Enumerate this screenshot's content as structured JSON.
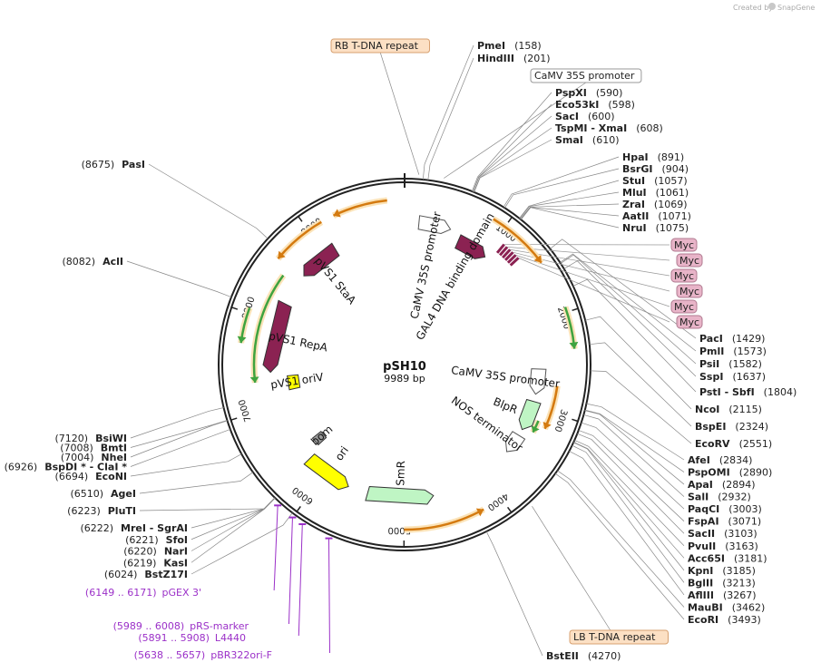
{
  "credit": {
    "prefix": "Created by",
    "brand": "SnapGene"
  },
  "plasmid": {
    "name": "pSH10",
    "size_label": "9989 bp",
    "length": 9989
  },
  "ticks": [
    {
      "bp": 1000,
      "label": "1000"
    },
    {
      "bp": 2000,
      "label": "2000"
    },
    {
      "bp": 3000,
      "label": "3000"
    },
    {
      "bp": 4000,
      "label": "4000"
    },
    {
      "bp": 5000,
      "label": "5000"
    },
    {
      "bp": 6000,
      "label": "6000"
    },
    {
      "bp": 7000,
      "label": "7000"
    },
    {
      "bp": 8000,
      "label": "8000"
    },
    {
      "bp": 9000,
      "label": "9000"
    }
  ],
  "features": [
    {
      "name": "GAL4 DNA binding domain",
      "color": "#8b2252",
      "dir": 1,
      "start": 650,
      "end": 1020
    },
    {
      "name": "CaMV 35S promoter",
      "color": "#ffffff",
      "dir": 1,
      "start": 160,
      "end": 520
    },
    {
      "name": "CaMV 35S promoter",
      "color": "#ffffff",
      "dir": 1,
      "start": 2550,
      "end": 2850
    },
    {
      "name": "BlpR",
      "color": "#bff5c4",
      "dir": 1,
      "start": 2940,
      "end": 3300
    },
    {
      "name": "NOS terminator",
      "color": "#ffffff",
      "dir": 1,
      "start": 3380,
      "end": 3620
    },
    {
      "name": "SmR",
      "color": "#bff5c4",
      "dir": -1,
      "start": 4650,
      "end": 5440
    },
    {
      "name": "ori",
      "color": "#ffff00",
      "dir": -1,
      "start": 5680,
      "end": 6250
    },
    {
      "name": "bom",
      "color": "#999999",
      "dir": 0,
      "start": 6300,
      "end": 6420
    },
    {
      "name": "pVS1 oriV",
      "color": "#ffff00",
      "dir": 0,
      "start": 7150,
      "end": 7340
    },
    {
      "name": "pVS1 RepA",
      "color": "#8b2252",
      "dir": -1,
      "start": 7400,
      "end": 8240
    },
    {
      "name": "pVS1 StaA",
      "color": "#8b2252",
      "dir": -1,
      "start": 8640,
      "end": 9130
    }
  ],
  "orf_arrows": [
    {
      "dir": 1,
      "start": 870,
      "end": 1480
    },
    {
      "dir": 1,
      "start": 1950,
      "end": 2350
    },
    {
      "dir": 1,
      "start": 2720,
      "end": 3180
    },
    {
      "dir": 1,
      "start": 3130,
      "end": 3270
    },
    {
      "dir": -1,
      "start": 4200,
      "end": 5000
    },
    {
      "dir": -1,
      "start": 7300,
      "end": 8500
    },
    {
      "dir": -1,
      "start": 8600,
      "end": 9150
    },
    {
      "dir": -1,
      "start": 7700,
      "end": 8050
    },
    {
      "dir": -1,
      "start": 9280,
      "end": 9820
    }
  ],
  "enzymes": [
    {
      "name": "PmeI",
      "pos": "(158)",
      "bp": 158,
      "side": "right"
    },
    {
      "name": "HindIII",
      "pos": "(201)",
      "bp": 201,
      "side": "right"
    },
    {
      "name": "PspXI",
      "pos": "(590)",
      "bp": 590,
      "side": "right"
    },
    {
      "name": "Eco53kI",
      "pos": "(598)",
      "bp": 598,
      "side": "right"
    },
    {
      "name": "SacI",
      "pos": "(600)",
      "bp": 600,
      "side": "right"
    },
    {
      "name": "TspMI - XmaI",
      "pos": "(608)",
      "bp": 608,
      "side": "right"
    },
    {
      "name": "SmaI",
      "pos": "(610)",
      "bp": 610,
      "side": "right"
    },
    {
      "name": "HpaI",
      "pos": "(891)",
      "bp": 891,
      "side": "right"
    },
    {
      "name": "BsrGI",
      "pos": "(904)",
      "bp": 904,
      "side": "right"
    },
    {
      "name": "StuI",
      "pos": "(1057)",
      "bp": 1057,
      "side": "right"
    },
    {
      "name": "MluI",
      "pos": "(1061)",
      "bp": 1061,
      "side": "right"
    },
    {
      "name": "ZraI",
      "pos": "(1069)",
      "bp": 1069,
      "side": "right"
    },
    {
      "name": "AatII",
      "pos": "(1071)",
      "bp": 1071,
      "side": "right"
    },
    {
      "name": "NruI",
      "pos": "(1075)",
      "bp": 1075,
      "side": "right"
    },
    {
      "name": "PacI",
      "pos": "(1429)",
      "bp": 1429,
      "side": "right"
    },
    {
      "name": "PmlI",
      "pos": "(1573)",
      "bp": 1573,
      "side": "right"
    },
    {
      "name": "PsiI",
      "pos": "(1582)",
      "bp": 1582,
      "side": "right"
    },
    {
      "name": "SspI",
      "pos": "(1637)",
      "bp": 1637,
      "side": "right"
    },
    {
      "name": "PstI - SbfI",
      "pos": "(1804)",
      "bp": 1804,
      "side": "right"
    },
    {
      "name": "NcoI",
      "pos": "(2115)",
      "bp": 2115,
      "side": "right"
    },
    {
      "name": "BspEI",
      "pos": "(2324)",
      "bp": 2324,
      "side": "right"
    },
    {
      "name": "EcoRV",
      "pos": "(2551)",
      "bp": 2551,
      "side": "right"
    },
    {
      "name": "AfeI",
      "pos": "(2834)",
      "bp": 2834,
      "side": "right"
    },
    {
      "name": "PspOMI",
      "pos": "(2890)",
      "bp": 2890,
      "side": "right"
    },
    {
      "name": "ApaI",
      "pos": "(2894)",
      "bp": 2894,
      "side": "right"
    },
    {
      "name": "SalI",
      "pos": "(2932)",
      "bp": 2932,
      "side": "right"
    },
    {
      "name": "PaqCI",
      "pos": "(3003)",
      "bp": 3003,
      "side": "right"
    },
    {
      "name": "FspAI",
      "pos": "(3071)",
      "bp": 3071,
      "side": "right"
    },
    {
      "name": "SacII",
      "pos": "(3103)",
      "bp": 3103,
      "side": "right"
    },
    {
      "name": "PvuII",
      "pos": "(3163)",
      "bp": 3163,
      "side": "right"
    },
    {
      "name": "Acc65I",
      "pos": "(3181)",
      "bp": 3181,
      "side": "right"
    },
    {
      "name": "KpnI",
      "pos": "(3185)",
      "bp": 3185,
      "side": "right"
    },
    {
      "name": "BglII",
      "pos": "(3213)",
      "bp": 3213,
      "side": "right"
    },
    {
      "name": "AflIII",
      "pos": "(3267)",
      "bp": 3267,
      "side": "right"
    },
    {
      "name": "MauBI",
      "pos": "(3462)",
      "bp": 3462,
      "side": "right"
    },
    {
      "name": "EcoRI",
      "pos": "(3493)",
      "bp": 3493,
      "side": "right"
    },
    {
      "name": "BstEII",
      "pos": "(4270)",
      "bp": 4270,
      "side": "right"
    },
    {
      "name": "BstZ17I",
      "pos": "(6024)",
      "bp": 6024,
      "side": "left"
    },
    {
      "name": "KasI",
      "pos": "(6219)",
      "bp": 6219,
      "side": "left"
    },
    {
      "name": "NarI",
      "pos": "(6220)",
      "bp": 6220,
      "side": "left"
    },
    {
      "name": "SfoI",
      "pos": "(6221)",
      "bp": 6221,
      "side": "left"
    },
    {
      "name": "MreI - SgrAI",
      "pos": "(6222)",
      "bp": 6222,
      "side": "left"
    },
    {
      "name": "PluTI",
      "pos": "(6223)",
      "bp": 6223,
      "side": "left"
    },
    {
      "name": "AgeI",
      "pos": "(6510)",
      "bp": 6510,
      "side": "left"
    },
    {
      "name": "EcoNI",
      "pos": "(6694)",
      "bp": 6694,
      "side": "left"
    },
    {
      "name": "BspDI * - ClaI *",
      "pos": "(6926)",
      "bp": 6926,
      "side": "left"
    },
    {
      "name": "NheI",
      "pos": "(7004)",
      "bp": 7004,
      "side": "left"
    },
    {
      "name": "BmtI",
      "pos": "(7008)",
      "bp": 7008,
      "side": "left"
    },
    {
      "name": "BsiWI",
      "pos": "(7120)",
      "bp": 7120,
      "side": "left"
    },
    {
      "name": "AclI",
      "pos": "(8082)",
      "bp": 8082,
      "side": "left"
    },
    {
      "name": "PasI",
      "pos": "(8675)",
      "bp": 8675,
      "side": "left"
    }
  ],
  "primers": [
    {
      "range": "(6149 .. 6171)",
      "name": "pGEX 3'",
      "bp": 6160
    },
    {
      "range": "(5989 .. 6008)",
      "name": "pRS-marker",
      "bp": 6000
    },
    {
      "range": "(5891 .. 5908)",
      "name": "L4440",
      "bp": 5900
    },
    {
      "range": "(5638 .. 5657)",
      "name": "pBR322ori-F",
      "bp": 5648
    }
  ],
  "boxed_labels": [
    {
      "text": "RB T-DNA repeat",
      "bp": 120,
      "fill": "#fce0c4",
      "stroke": "#d7a070"
    },
    {
      "text": "CaMV 35S promoter",
      "bp": 330,
      "fill": "#ffffff",
      "stroke": "#999999"
    },
    {
      "text": "LB T-DNA repeat",
      "bp": 3830,
      "fill": "#fce0c4",
      "stroke": "#d7a070"
    }
  ],
  "myc_tags": [
    {
      "text": "Myc",
      "bp": 1100
    },
    {
      "text": "Myc",
      "bp": 1140
    },
    {
      "text": "Myc",
      "bp": 1180
    },
    {
      "text": "Myc",
      "bp": 1220
    },
    {
      "text": "Myc",
      "bp": 1260
    },
    {
      "text": "Myc",
      "bp": 1300
    }
  ],
  "colors": {
    "myc_fill": "#e8b4c8",
    "myc_stroke": "#b07a90",
    "orf_green": "#3fa33f",
    "orf_orange": "#d47a10",
    "primer": "#9b30c8"
  }
}
